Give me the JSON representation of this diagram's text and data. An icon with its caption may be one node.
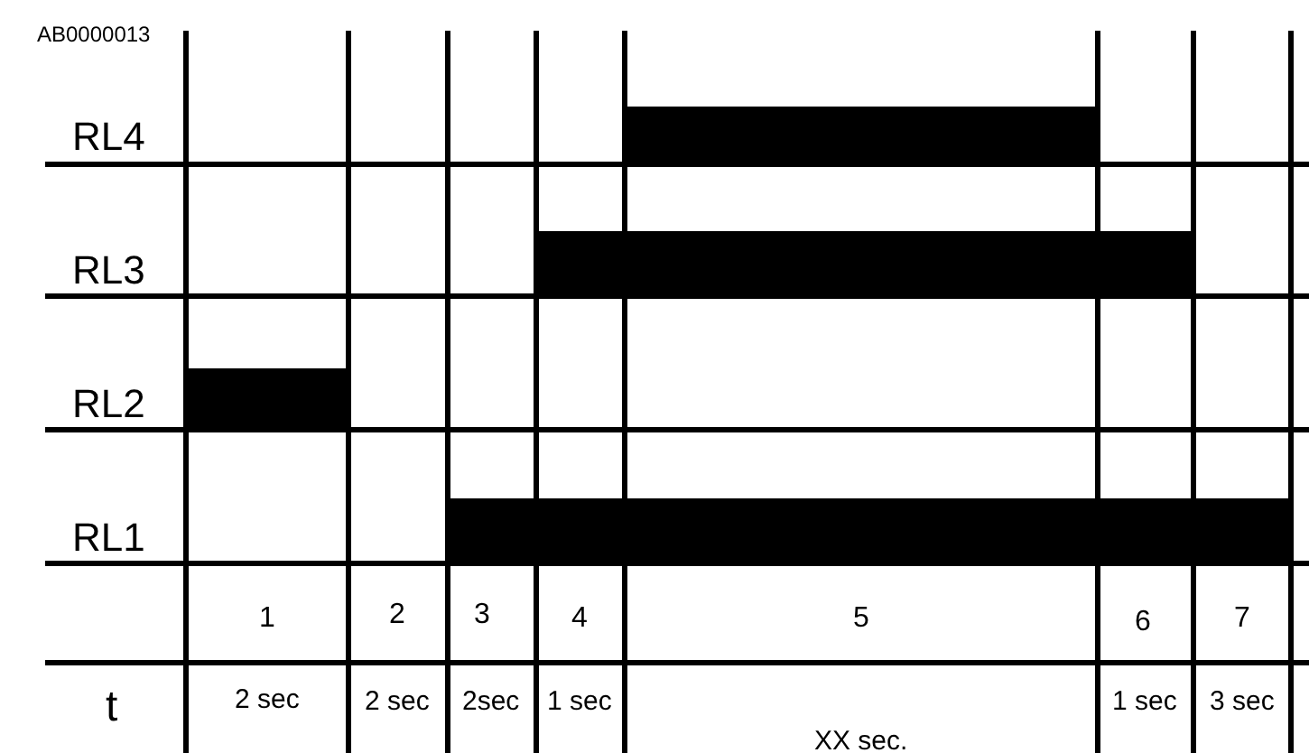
{
  "diagram": {
    "labels": [
      "AB0000013",
      "RL4",
      "RL3",
      "RL2",
      "RL1",
      "1",
      "2",
      "3",
      "4",
      "5",
      "6",
      "7",
      "t",
      "2 sec",
      "2 sec",
      "2sec",
      "1 sec",
      "XX sec.",
      "1 sec",
      "3 sec"
    ]
  }
}
